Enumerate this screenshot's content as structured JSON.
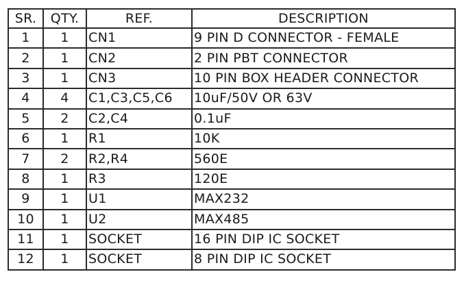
{
  "table": {
    "headers": {
      "sr": "SR.",
      "qty": "QTY.",
      "ref": "REF.",
      "description": "DESCRIPTION"
    },
    "rows": [
      {
        "sr": "1",
        "qty": "1",
        "ref": "CN1",
        "description": "9 PIN D CONNECTOR - FEMALE"
      },
      {
        "sr": "2",
        "qty": "1",
        "ref": "CN2",
        "description": "2 PIN PBT CONNECTOR"
      },
      {
        "sr": "3",
        "qty": "1",
        "ref": "CN3",
        "description": "10 PIN BOX HEADER CONNECTOR"
      },
      {
        "sr": "4",
        "qty": "4",
        "ref": "C1,C3,C5,C6",
        "description": "10uF/50V OR 63V"
      },
      {
        "sr": "5",
        "qty": "2",
        "ref": "C2,C4",
        "description": "0.1uF"
      },
      {
        "sr": "6",
        "qty": "1",
        "ref": "R1",
        "description": "10K"
      },
      {
        "sr": "7",
        "qty": "2",
        "ref": "R2,R4",
        "description": "560E"
      },
      {
        "sr": "8",
        "qty": "1",
        "ref": "R3",
        "description": "120E"
      },
      {
        "sr": "9",
        "qty": "1",
        "ref": "U1",
        "description": "MAX232"
      },
      {
        "sr": "10",
        "qty": "1",
        "ref": "U2",
        "description": "MAX485"
      },
      {
        "sr": "11",
        "qty": "1",
        "ref": "SOCKET",
        "description": "16 PIN DIP IC SOCKET"
      },
      {
        "sr": "12",
        "qty": "1",
        "ref": "SOCKET",
        "description": "8 PIN DIP IC SOCKET"
      }
    ]
  }
}
